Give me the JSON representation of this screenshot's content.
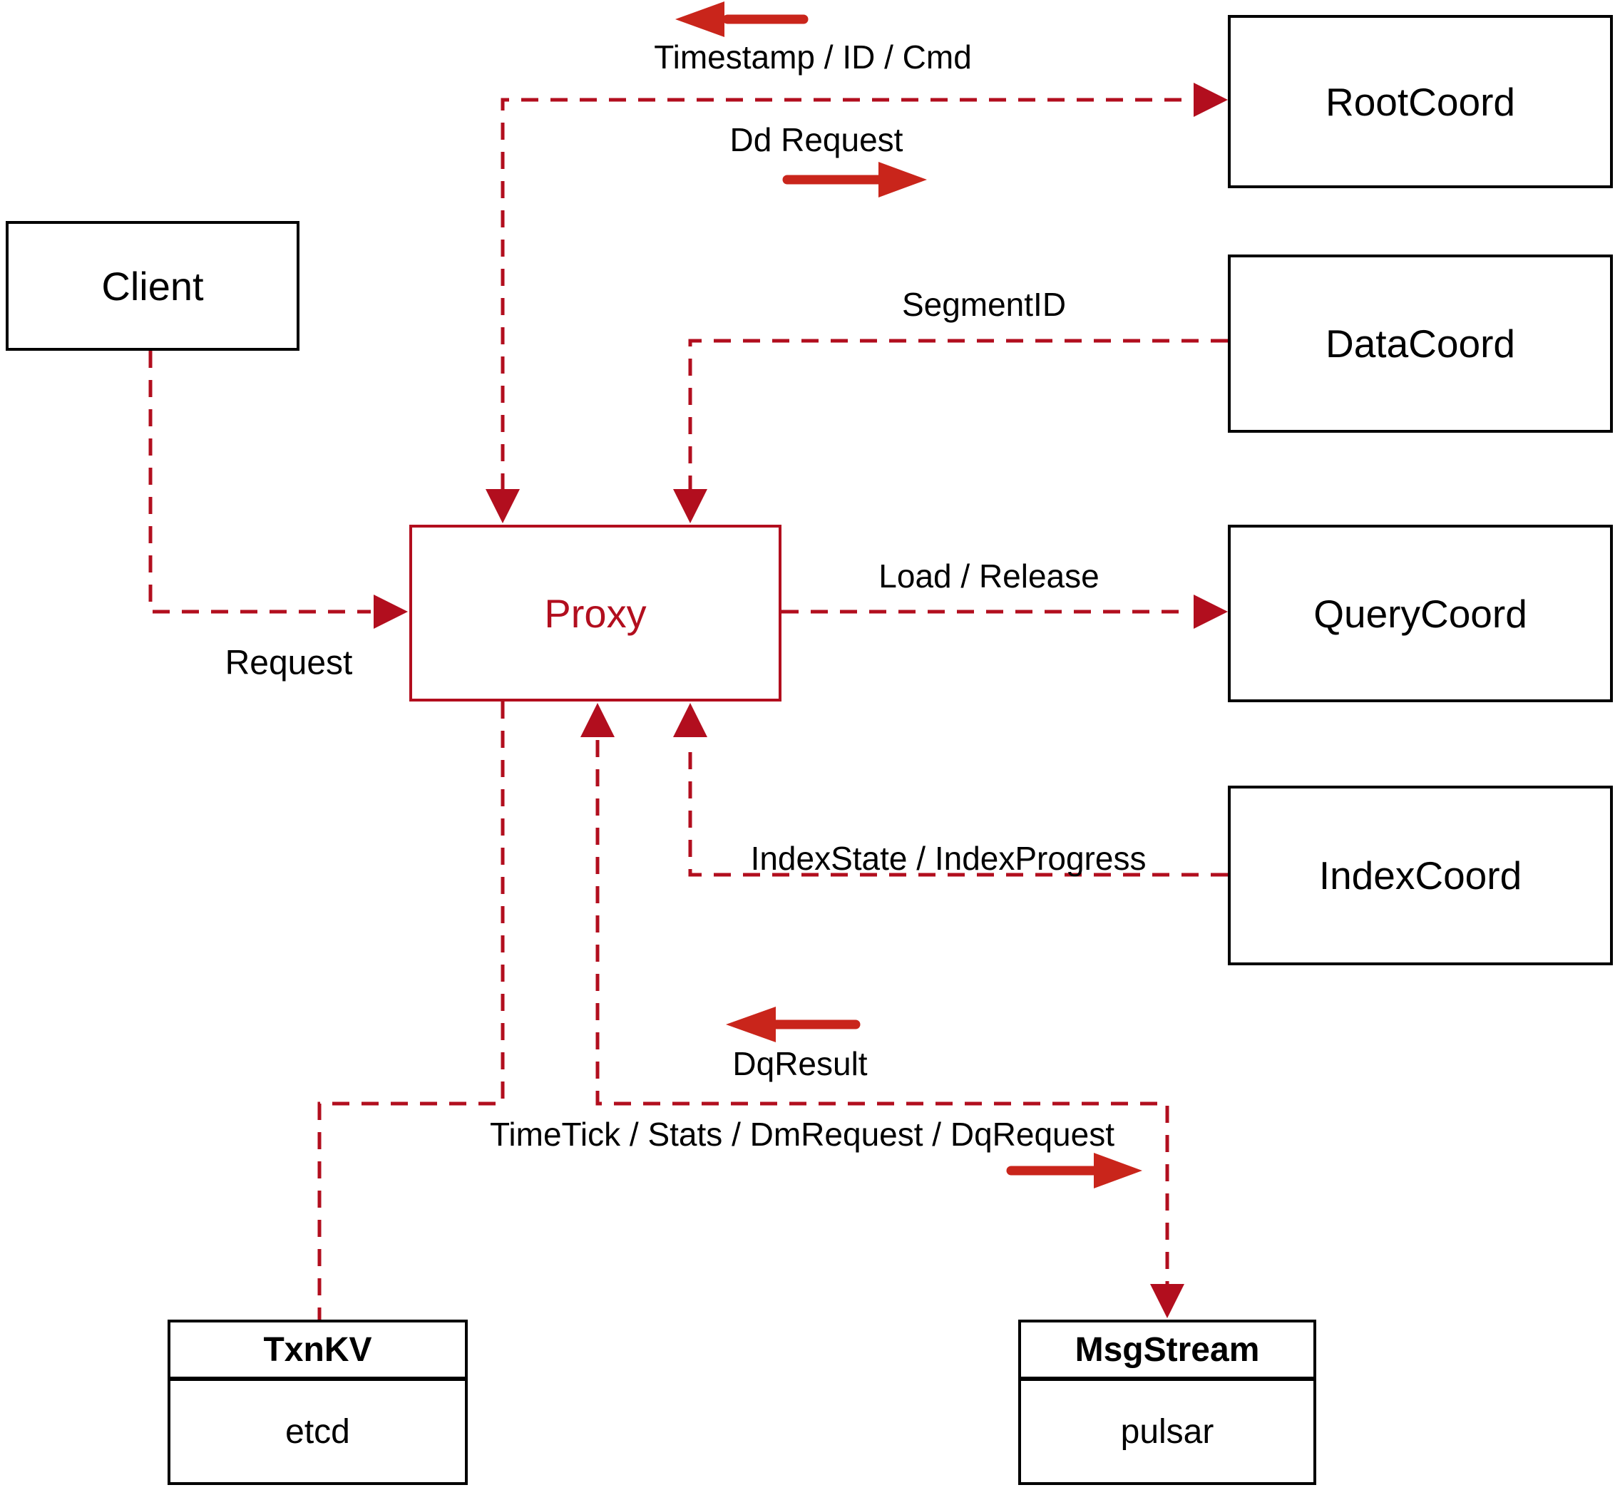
{
  "nodes": {
    "client": {
      "label": "Client"
    },
    "proxy": {
      "label": "Proxy"
    },
    "root_coord": {
      "label": "RootCoord"
    },
    "data_coord": {
      "label": "DataCoord"
    },
    "query_coord": {
      "label": "QueryCoord"
    },
    "index_coord": {
      "label": "IndexCoord"
    },
    "txn_kv": {
      "title": "TxnKV",
      "subtitle": "etcd"
    },
    "msg_stream": {
      "title": "MsgStream",
      "subtitle": "pulsar"
    }
  },
  "edge_labels": {
    "timestamp_id_cmd": "Timestamp / ID / Cmd",
    "dd_request": "Dd Request",
    "segment_id": "SegmentID",
    "load_release": "Load / Release",
    "index_state": "IndexState / IndexProgress",
    "request": "Request",
    "dq_result": "DqResult",
    "timetick": "TimeTick / Stats / DmRequest / DqRequest"
  },
  "colors": {
    "line": "#b20e1e",
    "arrow": "#c9251b",
    "box_border": "#000000",
    "text": "#000000",
    "background": "#ffffff"
  }
}
